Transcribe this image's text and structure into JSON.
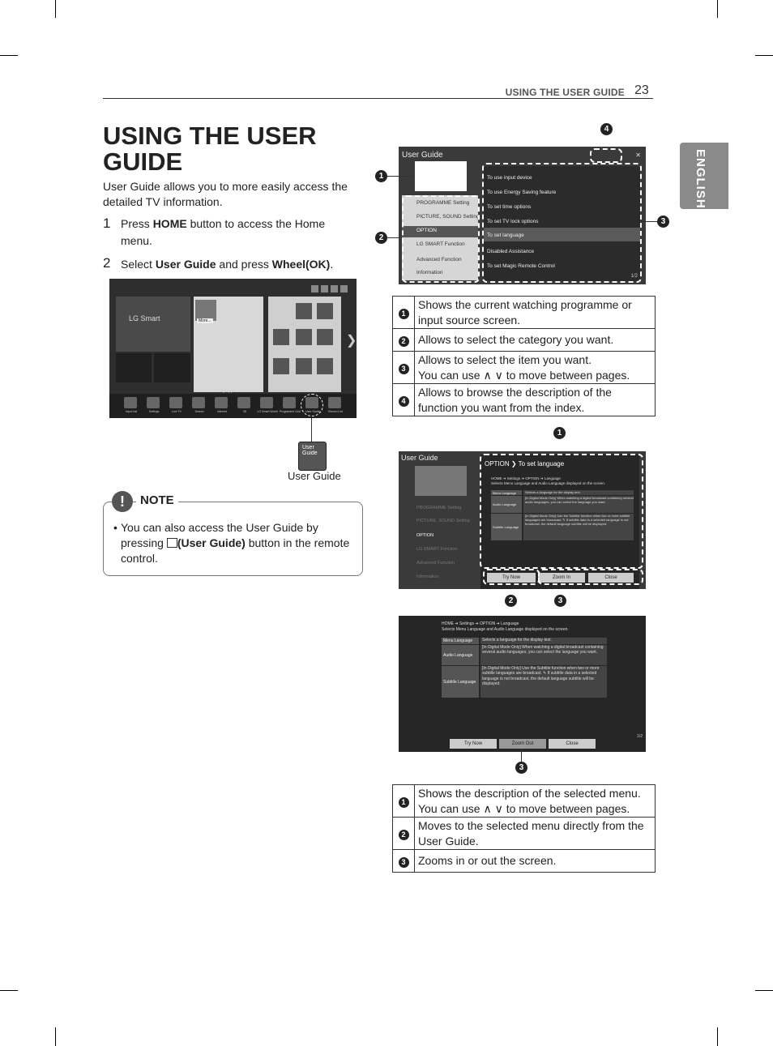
{
  "header": {
    "section": "USING THE USER GUIDE",
    "page_number": "23",
    "language_tab": "ENGLISH"
  },
  "title": "USING THE USER GUIDE",
  "intro": "User Guide allows you to more easily access the detailed TV information.",
  "steps": [
    {
      "num": "1",
      "pre": "Press ",
      "bold": "HOME",
      "post": " button to access the Home menu."
    },
    {
      "num": "2",
      "pre": "Select ",
      "bold": "User Guide",
      "mid": " and press ",
      "bold2": "Wheel(OK)",
      "post": "."
    }
  ],
  "home_screen": {
    "dock_items": [
      "Input List",
      "Settings",
      "Live TV",
      "Search",
      "Internet",
      "3D",
      "LG Smart World",
      "Programme Guide",
      "User Guide",
      "Record List"
    ],
    "logo": "LG Smart",
    "my_apps": "My Apps",
    "more": "More...",
    "user_guide_label": "User Guide",
    "user_guide_icon_text": "User Guide"
  },
  "note": {
    "label": "NOTE",
    "text_pre": "You can also access the User Guide by pressing ",
    "text_bold": "(User Guide)",
    "text_post": " button in the remote control."
  },
  "screen1": {
    "title": "User Guide",
    "categories": [
      "PROGRAMME Setting",
      "PICTURE, SOUND Setting",
      "OPTION",
      "LG SMART Function",
      "Advanced Function",
      "Information"
    ],
    "items": [
      "To use input device",
      "To use Energy Saving feature",
      "To set time options",
      "To set TV lock options",
      "To set language",
      "Disabled Assistance",
      "To set Magic Remote Control"
    ],
    "page": "1/2"
  },
  "table1": [
    {
      "n": "1",
      "lines": [
        "Shows the current watching programme or input source screen."
      ]
    },
    {
      "n": "2",
      "lines": [
        "Allows to select the category you want."
      ]
    },
    {
      "n": "3",
      "lines": [
        "Allows to select the item you want.",
        "You can use ∧ ∨ to move between pages."
      ]
    },
    {
      "n": "4",
      "lines": [
        "Allows to browse the description of the function you want from the index."
      ]
    }
  ],
  "screen2": {
    "title": "User Guide",
    "panel_title": "OPTION ❯ To set language",
    "breadcrumb": "HOME ➔ Settings ➔ OPTION ➔ Language",
    "subtitle": "Selects Menu Language and Audio Language displayed on the screen.",
    "rows": [
      {
        "k": "Menu Language",
        "v": "Selects a language for the display text."
      },
      {
        "k": "Audio Language",
        "v": "[In Digital Mode Only] When watching a digital broadcast containing several audio languages, you can select the language you want."
      },
      {
        "k": "Subtitle Language",
        "v": "[In Digital Mode Only] Use the Subtitle function when two or more subtitle languages are broadcast. ✎ If subtitle data in a selected language is not broadcast, the default language subtitle will be displayed."
      }
    ],
    "buttons": [
      "Try Now",
      "Zoom In",
      "Close"
    ],
    "categories": [
      "PROGRAMME Setting",
      "PICTURE, SOUND Setting",
      "OPTION",
      "LG SMART Function",
      "Advanced Function",
      "Information"
    ]
  },
  "screen3": {
    "breadcrumb": "HOME ➔ Settings ➔ OPTION ➔ Language",
    "subtitle": "Selects Menu Language and Audio Language displayed on the screen.",
    "rows": [
      {
        "k": "Menu Language",
        "v": "Selects a language for the display text."
      },
      {
        "k": "Audio Language",
        "v": "[In Digital Mode Only] When watching a digital broadcast containing several audio languages, you can select the language you want."
      },
      {
        "k": "Subtitle Language",
        "v": "[In Digital Mode Only] Use the Subtitle function when two or more subtitle languages are broadcast. ✎ If subtitle data in a selected language is not broadcast, the default language subtitle will be displayed."
      }
    ],
    "buttons": [
      "Try Now",
      "Zoom Out",
      "Close"
    ],
    "page": "1/2"
  },
  "table2": [
    {
      "n": "1",
      "lines": [
        "Shows the description of the selected menu.",
        "You can use ∧ ∨ to move between pages."
      ]
    },
    {
      "n": "2",
      "lines": [
        "Moves to the selected menu directly from the User Guide."
      ]
    },
    {
      "n": "3",
      "lines": [
        "Zooms in or out the screen."
      ]
    }
  ],
  "callouts": {
    "one": "1",
    "two": "2",
    "three": "3",
    "four": "4"
  }
}
